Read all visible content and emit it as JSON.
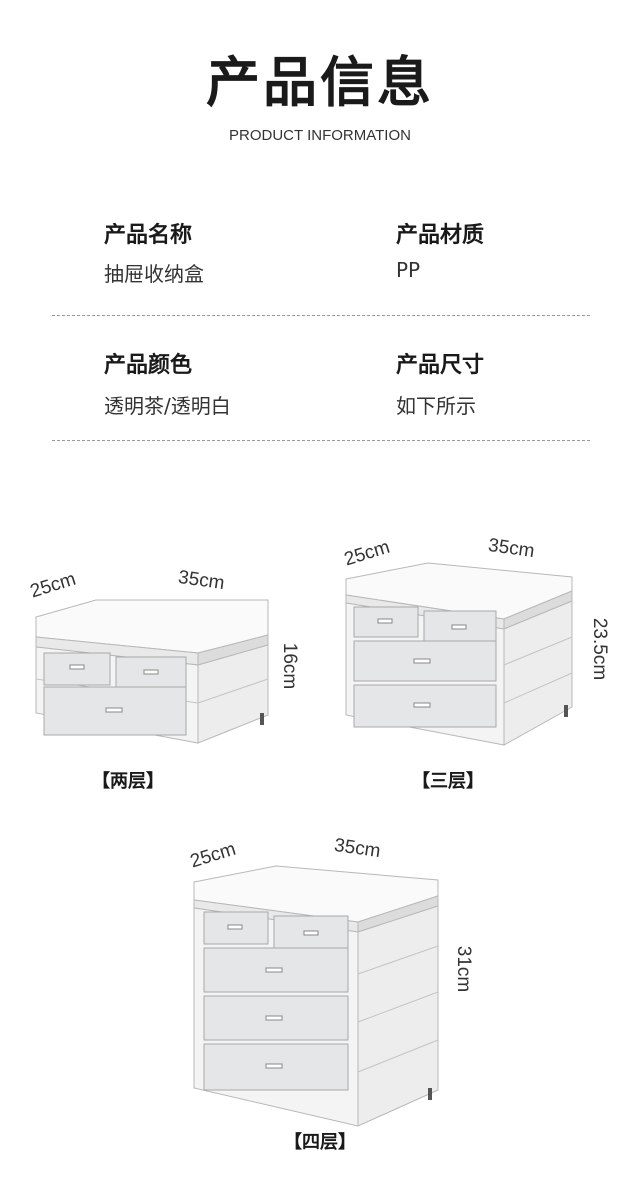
{
  "header": {
    "title": "产品信息",
    "subtitle": "PRODUCT INFORMATION"
  },
  "info": {
    "name_label": "产品名称",
    "name_value": "抽屉收纳盒",
    "material_label": "产品材质",
    "material_value": "PP",
    "color_label": "产品颜色",
    "color_value": "透明茶/透明白",
    "size_label": "产品尺寸",
    "size_value": "如下所示"
  },
  "products": [
    {
      "caption": "【两层】",
      "depth": "25cm",
      "width": "35cm",
      "height": "16cm"
    },
    {
      "caption": "【三层】",
      "depth": "25cm",
      "width": "35cm",
      "height": "23.5cm"
    },
    {
      "caption": "【四层】",
      "depth": "25cm",
      "width": "35cm",
      "height": "31cm"
    }
  ],
  "colors": {
    "frame": "#f2f2f2",
    "outline": "#b8b8b8",
    "drawer": "#e4e6e8"
  }
}
